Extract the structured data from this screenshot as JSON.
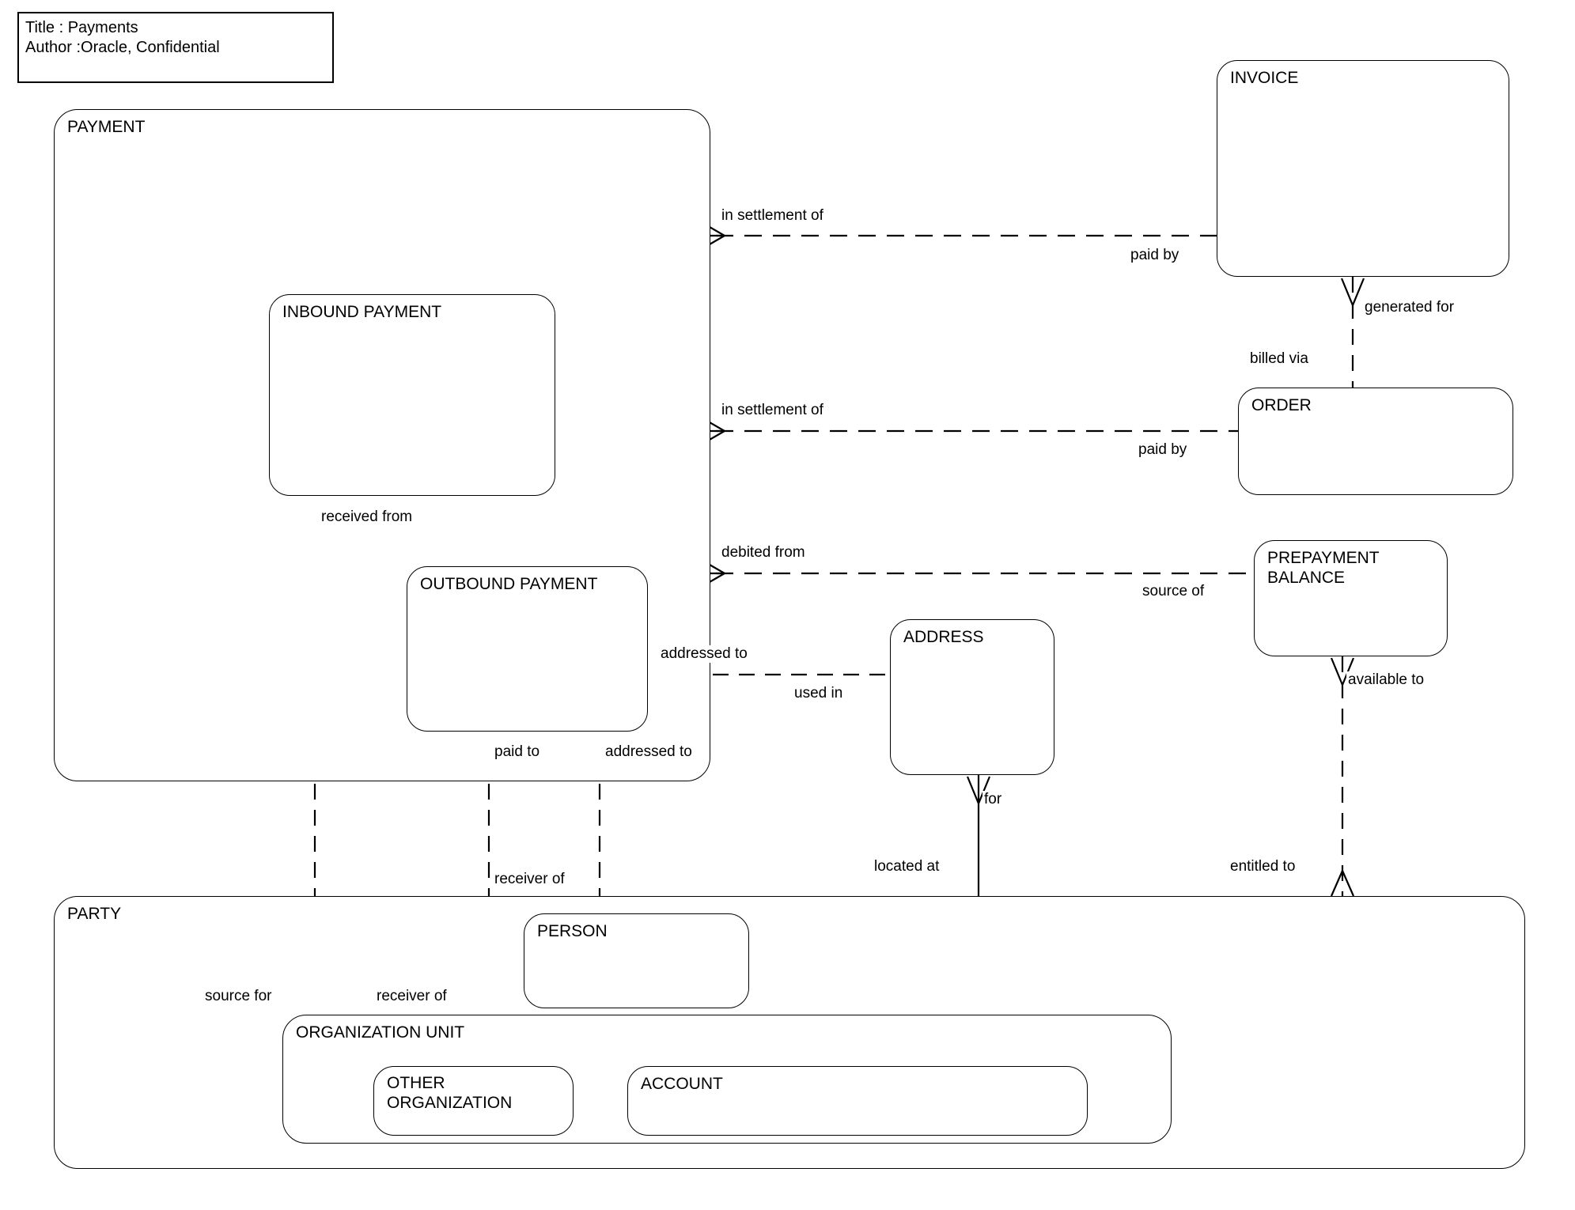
{
  "diagram": {
    "kind": "entity-relationship-diagram",
    "title_block": {
      "title_line": "Title : Payments",
      "author_line": "Author :Oracle, Confidential"
    },
    "containers": [
      {
        "id": "payment",
        "label": "PAYMENT"
      },
      {
        "id": "party",
        "label": "PARTY"
      },
      {
        "id": "orgunit",
        "label": "ORGANIZATION UNIT"
      }
    ],
    "entities": [
      {
        "id": "inbound_payment",
        "label": "INBOUND PAYMENT"
      },
      {
        "id": "outbound_payment",
        "label": "OUTBOUND PAYMENT"
      },
      {
        "id": "invoice",
        "label": "INVOICE"
      },
      {
        "id": "order",
        "label": "ORDER"
      },
      {
        "id": "prepayment_balance",
        "label": "PREPAYMENT\nBALANCE"
      },
      {
        "id": "prepayment_line1",
        "label": "PREPAYMENT"
      },
      {
        "id": "prepayment_line2",
        "label": "BALANCE"
      },
      {
        "id": "address",
        "label": "ADDRESS"
      },
      {
        "id": "person",
        "label": "PERSON"
      },
      {
        "id": "other_organization",
        "label": "OTHER\nORGANIZATION"
      },
      {
        "id": "other_org_line1",
        "label": "OTHER"
      },
      {
        "id": "other_org_line2",
        "label": "ORGANIZATION"
      },
      {
        "id": "account",
        "label": "ACCOUNT"
      }
    ],
    "relationships": [
      {
        "id": "rel-payment-invoice-settlement",
        "label": "in settlement of",
        "from": "payment",
        "to": "invoice",
        "style": "dashed"
      },
      {
        "id": "rel-invoice-payment-paidby",
        "label": "paid by",
        "from": "invoice",
        "to": "payment",
        "style": "dashed"
      },
      {
        "id": "rel-payment-order-settlement",
        "label": "in settlement of",
        "from": "payment",
        "to": "order",
        "style": "dashed"
      },
      {
        "id": "rel-order-payment-paidby",
        "label": "paid by",
        "from": "order",
        "to": "payment",
        "style": "dashed"
      },
      {
        "id": "rel-invoice-order-generatedfor",
        "label": "generated for",
        "from": "invoice",
        "to": "order",
        "style": "dashed"
      },
      {
        "id": "rel-order-invoice-billedvia",
        "label": "billed via",
        "from": "order",
        "to": "invoice",
        "style": "dashed"
      },
      {
        "id": "rel-payment-prepay-debited",
        "label": "debited from",
        "from": "payment",
        "to": "prepayment_balance",
        "style": "dashed"
      },
      {
        "id": "rel-prepay-payment-sourceof",
        "label": "source of",
        "from": "prepayment_balance",
        "to": "payment",
        "style": "dashed"
      },
      {
        "id": "rel-inbound-party-receivedfrom",
        "label": "received from",
        "from": "inbound_payment",
        "to": "party",
        "style": "dashed"
      },
      {
        "id": "rel-party-inbound-sourcefor",
        "label": "source for",
        "from": "party",
        "to": "inbound_payment",
        "style": "dashed"
      },
      {
        "id": "rel-outbound-address-addressed",
        "label": "addressed to",
        "from": "outbound_payment",
        "to": "address",
        "style": "dashed"
      },
      {
        "id": "rel-address-outbound-usedin",
        "label": "used in",
        "from": "address",
        "to": "outbound_payment",
        "style": "dashed"
      },
      {
        "id": "rel-outbound-org-paidto",
        "label": "paid to",
        "from": "outbound_payment",
        "to": "orgunit",
        "style": "dashed"
      },
      {
        "id": "rel-org-outbound-receiverof",
        "label": "receiver of",
        "from": "orgunit",
        "to": "outbound_payment",
        "style": "dashed"
      },
      {
        "id": "rel-outbound-person-addressed",
        "label": "addressed to",
        "from": "outbound_payment",
        "to": "person",
        "style": "dashed"
      },
      {
        "id": "rel-person-outbound-receiverof",
        "label": "receiver of",
        "from": "person",
        "to": "outbound_payment",
        "style": "dashed"
      },
      {
        "id": "rel-address-party-for",
        "label": "for",
        "from": "address",
        "to": "party",
        "style": "solid"
      },
      {
        "id": "rel-party-address-locatedat",
        "label": "located at",
        "from": "party",
        "to": "address",
        "style": "solid"
      },
      {
        "id": "rel-prepay-party-availableto",
        "label": "available to",
        "from": "prepayment_balance",
        "to": "party",
        "style": "dashed"
      },
      {
        "id": "rel-party-prepay-entitledto",
        "label": "entitled to",
        "from": "party",
        "to": "prepayment_balance",
        "style": "dashed"
      }
    ],
    "labels": {
      "in_settlement_of_invoice": "in settlement of",
      "paid_by_invoice": "paid by",
      "in_settlement_of_order": "in settlement of",
      "paid_by_order": "paid by",
      "generated_for": "generated for",
      "billed_via": "billed via",
      "debited_from": "debited from",
      "source_of": "source of",
      "received_from": "received from",
      "source_for": "source for",
      "addressed_to_address": "addressed to",
      "used_in": "used in",
      "paid_to": "paid to",
      "addressed_to_person": "addressed to",
      "receiver_of_org": "receiver of",
      "receiver_of_person": "receiver of",
      "for": "for",
      "located_at": "located at",
      "available_to": "available to",
      "entitled_to": "entitled to"
    },
    "colors": {
      "stroke": "#000000",
      "background": "#ffffff"
    }
  }
}
